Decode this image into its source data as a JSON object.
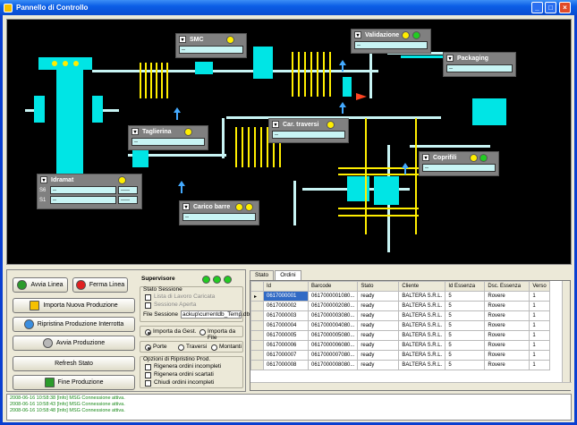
{
  "window": {
    "title": "Pannello di Controllo"
  },
  "plant": {
    "stations": {
      "smc": {
        "title": "SMC",
        "value": "--"
      },
      "validazione": {
        "title": "Validazione",
        "value": "--"
      },
      "packaging": {
        "title": "Packaging",
        "value": "--"
      },
      "taglierina": {
        "title": "Taglierina",
        "value": "--"
      },
      "car_traversi": {
        "title": "Car. traversi",
        "value": "--"
      },
      "coprifili": {
        "title": "Coprifili",
        "value": "--"
      },
      "idramat": {
        "title": "Idramat",
        "s6_label": "S6",
        "s1_label": "S1",
        "s6_value": "--",
        "s6_extra": "-----",
        "s1_value": "--",
        "s1_extra": "-----"
      },
      "carico_barre": {
        "title": "Carico barre",
        "value": "--"
      }
    }
  },
  "controls": {
    "avvia_linea": "Avvia Linea",
    "ferma_linea": "Ferma Linea",
    "importa_nuova": "Importa Nuova Produzione",
    "ripristina": "Ripristina Produzione Interrotta",
    "avvia_produzione": "Avvia Produzione",
    "refresh": "Refresh Stato",
    "fine_produzione": "Fine Produzione"
  },
  "supervisore": {
    "title": "Supervisore",
    "stato_sessione": "Stato Sessione",
    "lista_lavoro": "Lista di Lavoro Caricata",
    "sessione_aperta": "Sessione Aperta",
    "file_sessione_label": "File Sessione",
    "file_sessione_value": "ackup\\currentdb_Temp.db3",
    "importa_gest": "Importa da Gest.",
    "importa_file": "Importa da File",
    "porte": "Porte",
    "traversi": "Traversi",
    "montanti": "Montanti",
    "opzioni": "Opzioni di Ripristino Prod.",
    "rigenera_incompleti": "Rigenera ordini incompleti",
    "rigenera_scartati": "Rigenera ordini scartati",
    "chiudi_incompleti": "Chiudi ordini incompleti"
  },
  "grid": {
    "tabs": [
      "Stato",
      "Ordini"
    ],
    "columns": [
      "Id",
      "Barcode",
      "Stato",
      "Cliente",
      "Id Essenza",
      "Dsc. Essenza",
      "Verso"
    ],
    "rows": [
      [
        "0617000001",
        "0617000001080...",
        "ready",
        "BALTERA S.R.L.",
        "5",
        "Rovere",
        "1"
      ],
      [
        "0617000002",
        "0617000002080...",
        "ready",
        "BALTERA S.R.L.",
        "5",
        "Rovere",
        "1"
      ],
      [
        "0617000003",
        "0617000003080...",
        "ready",
        "BALTERA S.R.L.",
        "5",
        "Rovere",
        "1"
      ],
      [
        "0617000004",
        "0617000004080...",
        "ready",
        "BALTERA S.R.L.",
        "5",
        "Rovere",
        "1"
      ],
      [
        "0617000005",
        "0617000005080...",
        "ready",
        "BALTERA S.R.L.",
        "5",
        "Rovere",
        "1"
      ],
      [
        "0617000006",
        "0617000006080...",
        "ready",
        "BALTERA S.R.L.",
        "5",
        "Rovere",
        "1"
      ],
      [
        "0617000007",
        "0617000007080...",
        "ready",
        "BALTERA S.R.L.",
        "5",
        "Rovere",
        "1"
      ],
      [
        "0617000008",
        "0617000008080...",
        "ready",
        "BALTERA S.R.L.",
        "5",
        "Rovere",
        "1"
      ]
    ]
  },
  "log": [
    "2008-06-16 10:58:38 [Info] MSG Connessione attiva.",
    "2008-06-16 10:58:43 [Info] MSG Connessione attiva.",
    "2008-06-16 10:58:48 [Info] MSG Connessione attiva."
  ]
}
